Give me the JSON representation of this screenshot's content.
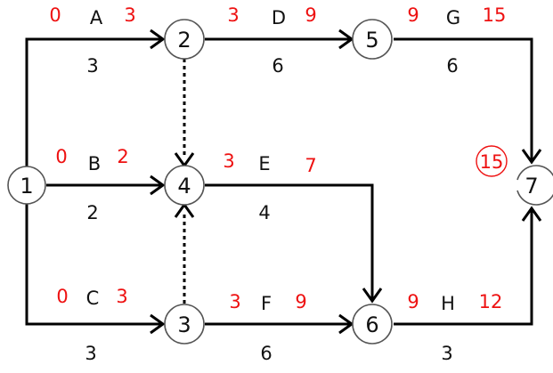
{
  "nodes": [
    {
      "id": "1",
      "label": "1"
    },
    {
      "id": "2",
      "label": "2"
    },
    {
      "id": "3",
      "label": "3"
    },
    {
      "id": "4",
      "label": "4"
    },
    {
      "id": "5",
      "label": "5"
    },
    {
      "id": "6",
      "label": "6"
    },
    {
      "id": "7",
      "label": "7"
    }
  ],
  "activities": [
    {
      "name": "A",
      "duration": "3",
      "early_start": "0",
      "early_finish": "3"
    },
    {
      "name": "B",
      "duration": "2",
      "early_start": "0",
      "early_finish": "2"
    },
    {
      "name": "C",
      "duration": "3",
      "early_start": "0",
      "early_finish": "3"
    },
    {
      "name": "D",
      "duration": "6",
      "early_start": "3",
      "early_finish": "9"
    },
    {
      "name": "E",
      "duration": "4",
      "early_start": "3",
      "early_finish": "7"
    },
    {
      "name": "F",
      "duration": "6",
      "early_start": "3",
      "early_finish": "9"
    },
    {
      "name": "G",
      "duration": "6",
      "early_start": "9",
      "early_finish": "15"
    },
    {
      "name": "H",
      "duration": "3",
      "early_start": "9",
      "early_finish": "12"
    }
  ],
  "project_finish": "15",
  "colors": {
    "line": "#000000",
    "times": "#ee1111",
    "node_border": "#555555"
  }
}
